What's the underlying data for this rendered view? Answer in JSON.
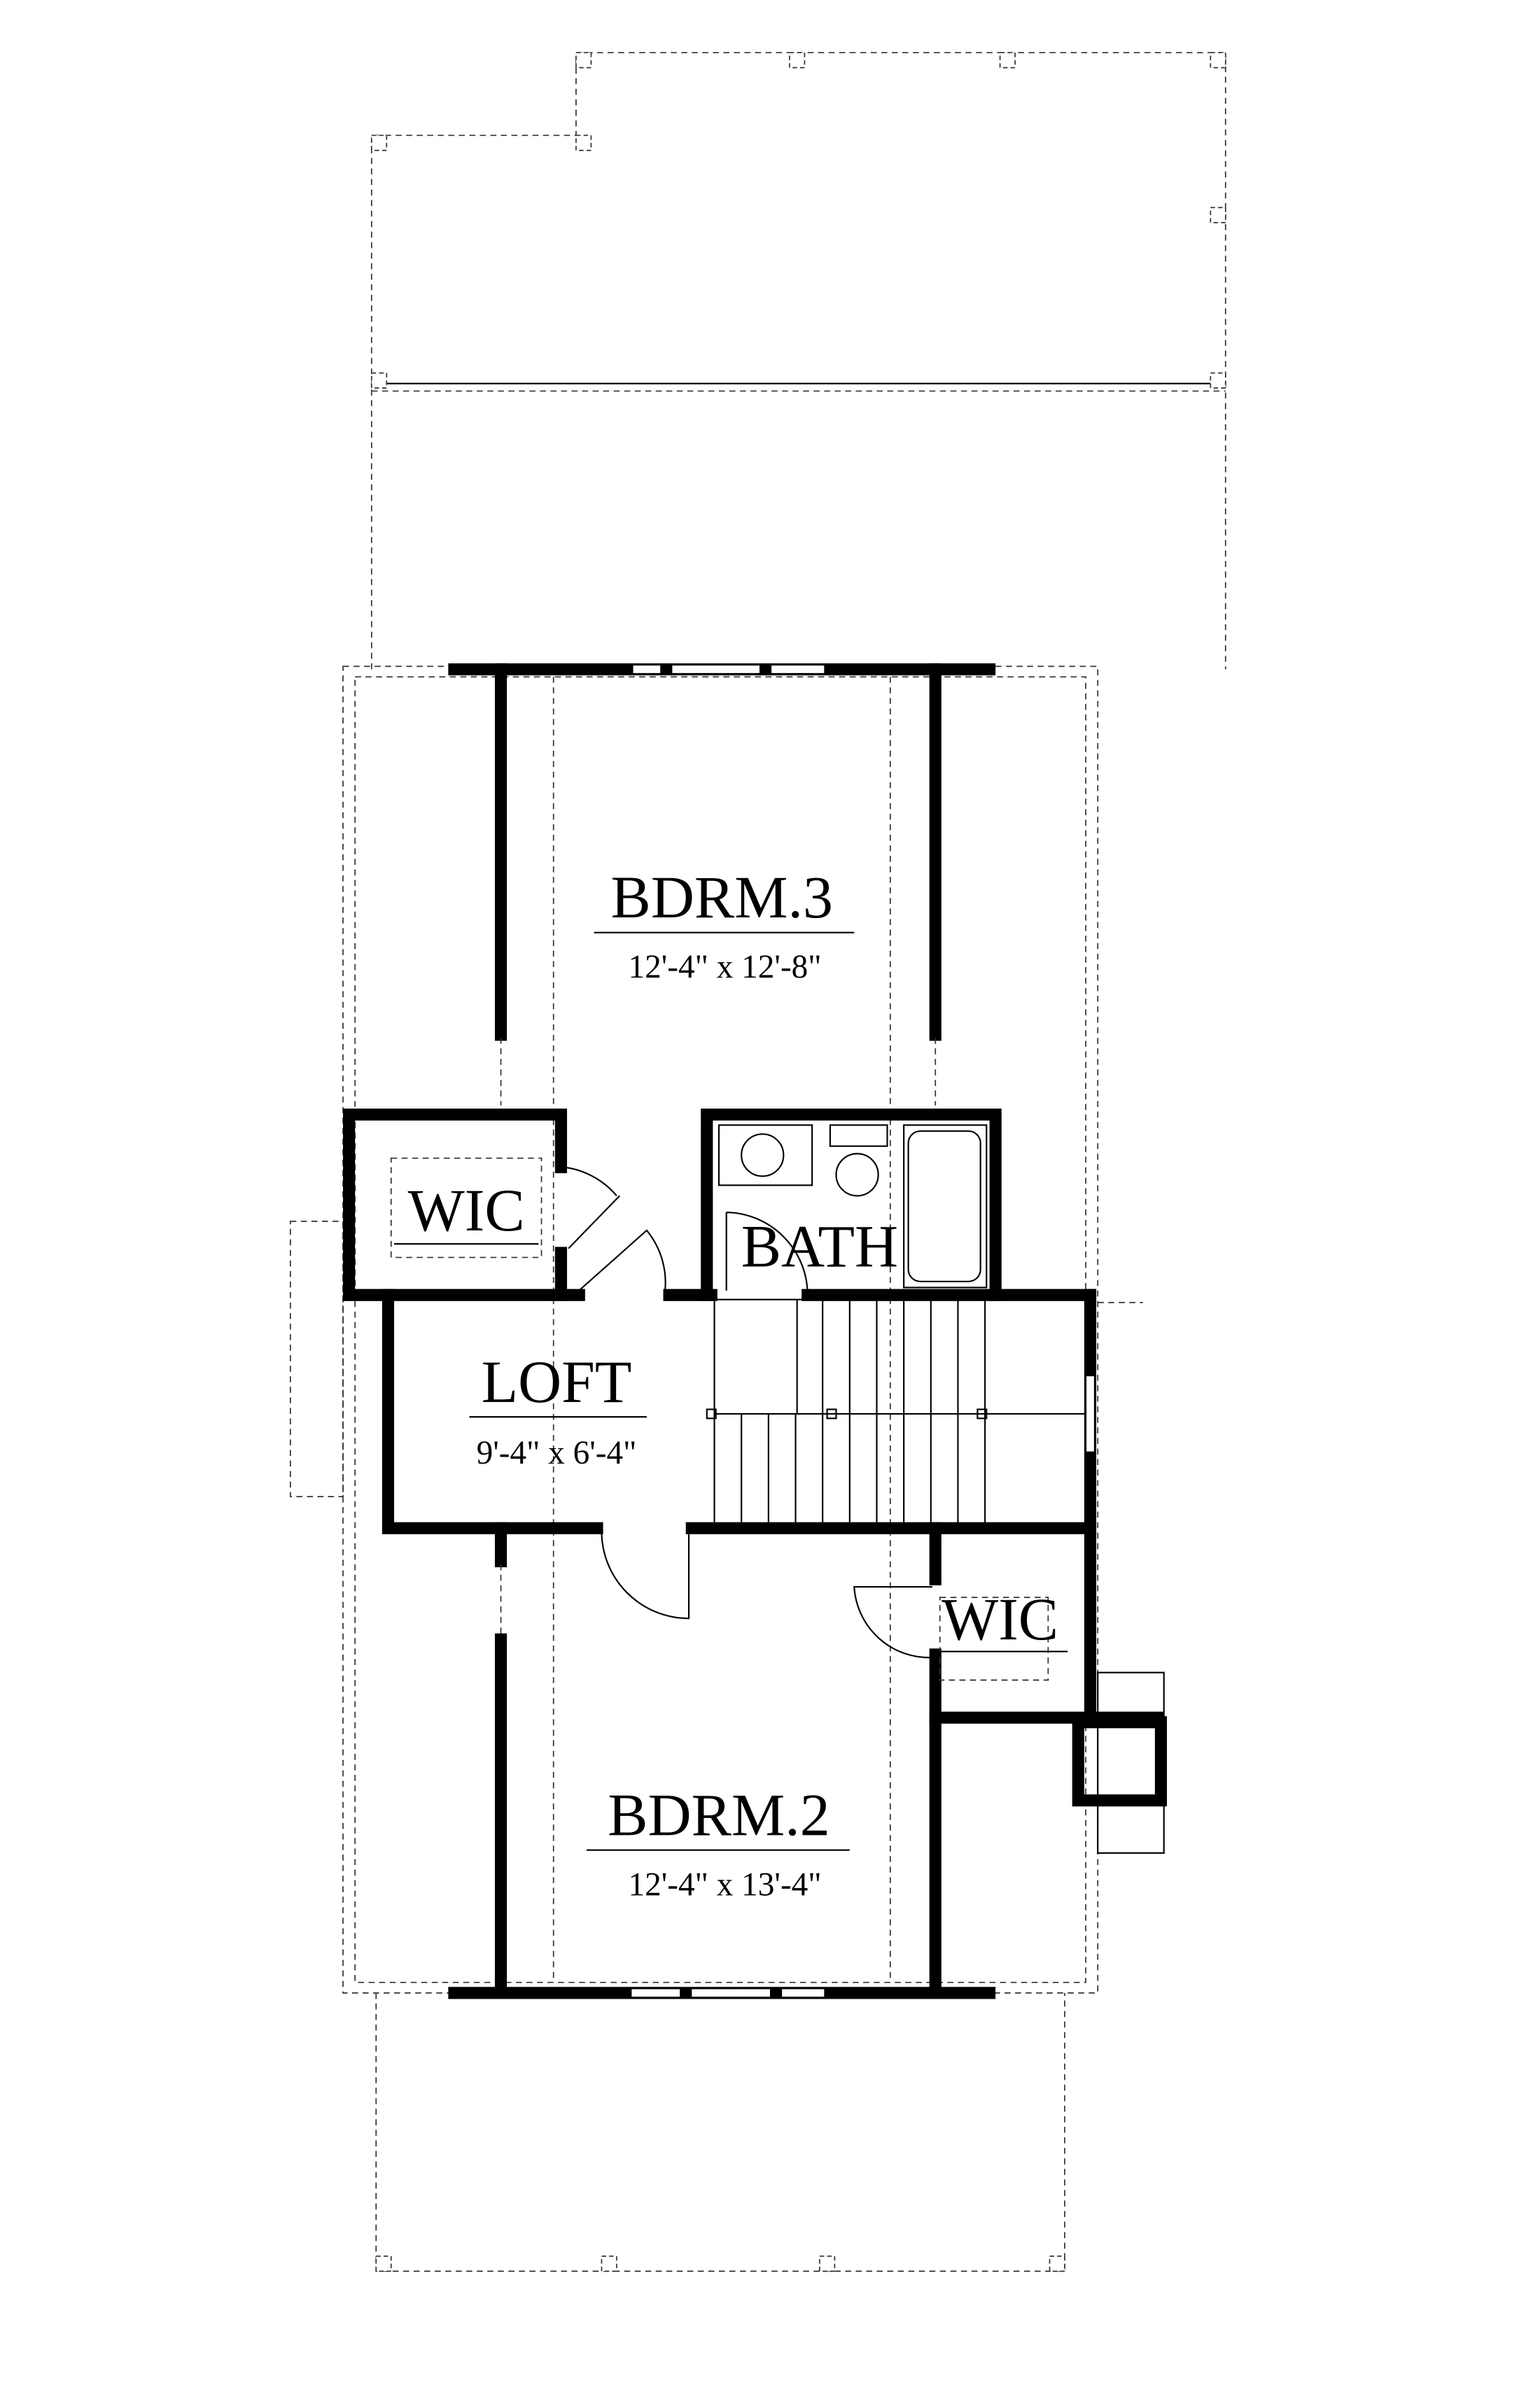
{
  "plan": {
    "rooms": [
      {
        "name": "BDRM.3",
        "size": "12'-4\" x 12'-8\""
      },
      {
        "name": "WIC"
      },
      {
        "name": "BATH"
      },
      {
        "name": "LOFT",
        "size": "9'-4\" x 6'-4\""
      },
      {
        "name": "WIC"
      },
      {
        "name": "BDRM.2",
        "size": "12'-4\" x 13'-4\""
      }
    ]
  }
}
